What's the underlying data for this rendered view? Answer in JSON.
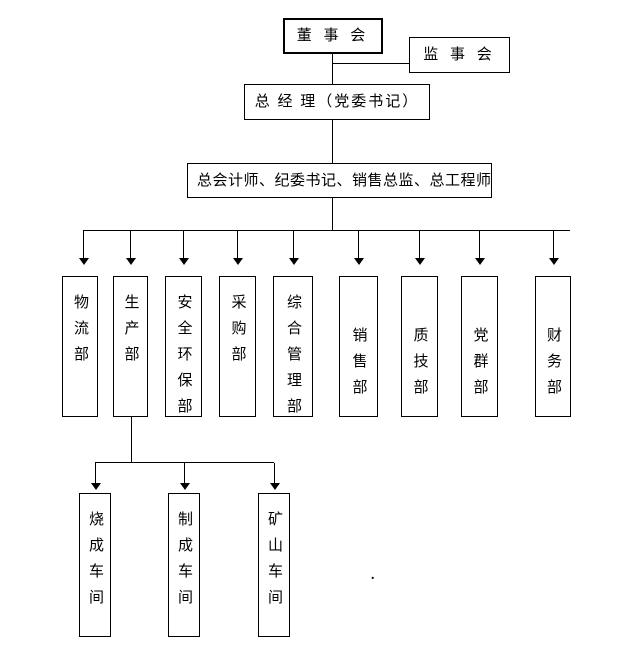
{
  "org_chart": {
    "board": {
      "label": "董 事 会"
    },
    "supervisory": {
      "label": "监 事 会"
    },
    "general_manager": {
      "label": "总 经 理（党委书记）"
    },
    "senior_staff": {
      "label": "总会计师、纪委书记、销售总监、总工程师"
    },
    "departments": [
      {
        "label": "物流部"
      },
      {
        "label": "生产部"
      },
      {
        "label": "安全环保部"
      },
      {
        "label": "采购部"
      },
      {
        "label": "综合管理部"
      },
      {
        "label": "销售部"
      },
      {
        "label": "质技部"
      },
      {
        "label": "党群部"
      },
      {
        "label": "财务部"
      }
    ],
    "production_workshops": [
      {
        "label": "烧成车间"
      },
      {
        "label": "制成车间"
      },
      {
        "label": "矿山车间"
      }
    ],
    "stray_mark": "."
  },
  "colors": {
    "line": "#000000",
    "text": "#000000",
    "background": "#ffffff"
  }
}
